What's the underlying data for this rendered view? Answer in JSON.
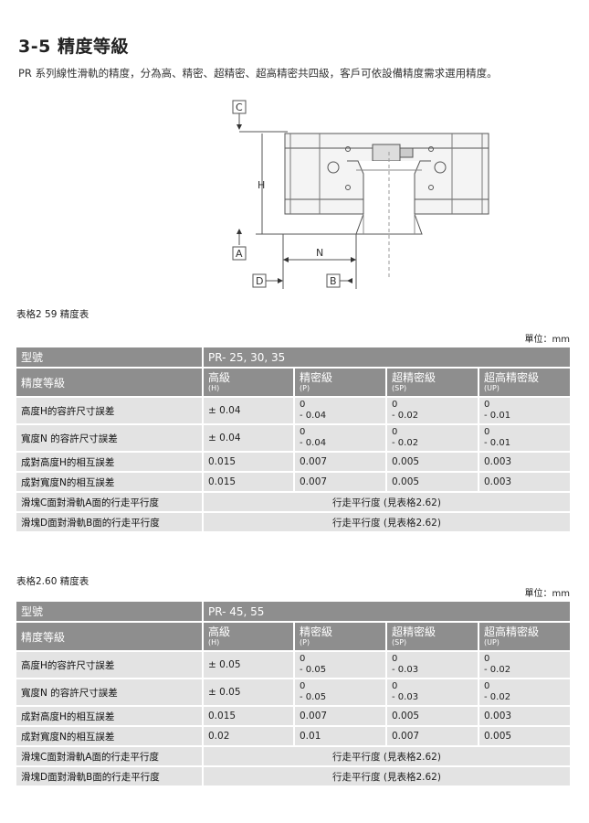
{
  "title": "3-5 精度等級",
  "intro": "PR 系列線性滑軌的精度，分為高、精密、超精密、超高精密共四級，客戶可依設備精度需求選用精度。",
  "diagram": {
    "labels": {
      "c": "C",
      "h": "H",
      "a": "A",
      "n": "N",
      "d": "D",
      "b": "B"
    }
  },
  "tables": [
    {
      "caption": "表格2 59  精度表",
      "unit": "單位：mm",
      "model_label": "型號",
      "model_value": "PR- 25, 30, 35",
      "grade_label": "精度等級",
      "grades": [
        {
          "name": "高級",
          "code": "(H)"
        },
        {
          "name": "精密級",
          "code": "(P)"
        },
        {
          "name": "超精密級",
          "code": "(SP)"
        },
        {
          "name": "超高精密級",
          "code": "(UP)"
        }
      ],
      "rows": [
        {
          "label": "高度H的容許尺寸誤差",
          "values": [
            [
              "± 0.04"
            ],
            [
              "0",
              "- 0.04"
            ],
            [
              "0",
              "- 0.02"
            ],
            [
              "0",
              "- 0.01"
            ]
          ]
        },
        {
          "label": "寬度N 的容許尺寸誤差",
          "values": [
            [
              "± 0.04"
            ],
            [
              "0",
              "- 0.04"
            ],
            [
              "0",
              "- 0.02"
            ],
            [
              "0",
              "- 0.01"
            ]
          ]
        },
        {
          "label": "成對高度H的相互誤差",
          "values": [
            [
              "0.015"
            ],
            [
              "0.007"
            ],
            [
              "0.005"
            ],
            [
              "0.003"
            ]
          ]
        },
        {
          "label": "成對寬度N的相互誤差",
          "values": [
            [
              "0.015"
            ],
            [
              "0.007"
            ],
            [
              "0.005"
            ],
            [
              "0.003"
            ]
          ]
        }
      ],
      "parallel_rows": [
        {
          "label": "滑塊C面對滑軌A面的行走平行度",
          "value": "行走平行度 (見表格2.62)"
        },
        {
          "label": "滑塊D面對滑軌B面的行走平行度",
          "value": "行走平行度 (見表格2.62)"
        }
      ]
    },
    {
      "caption": "表格2.60  精度表",
      "unit": "單位：mm",
      "model_label": "型號",
      "model_value": "PR- 45, 55",
      "grade_label": "精度等級",
      "grades": [
        {
          "name": "高級",
          "code": "(H)"
        },
        {
          "name": "精密級",
          "code": "(P)"
        },
        {
          "name": "超精密級",
          "code": "(SP)"
        },
        {
          "name": "超高精密級",
          "code": "(UP)"
        }
      ],
      "rows": [
        {
          "label": "高度H的容許尺寸誤差",
          "values": [
            [
              "± 0.05"
            ],
            [
              "0",
              "- 0.05"
            ],
            [
              "0",
              "- 0.03"
            ],
            [
              "0",
              "- 0.02"
            ]
          ]
        },
        {
          "label": "寬度N 的容許尺寸誤差",
          "values": [
            [
              "± 0.05"
            ],
            [
              "0",
              "- 0.05"
            ],
            [
              "0",
              "- 0.03"
            ],
            [
              "0",
              "- 0.02"
            ]
          ]
        },
        {
          "label": "成對高度H的相互誤差",
          "values": [
            [
              "0.015"
            ],
            [
              "0.007"
            ],
            [
              "0.005"
            ],
            [
              "0.003"
            ]
          ]
        },
        {
          "label": "成對寬度N的相互誤差",
          "values": [
            [
              "0.02"
            ],
            [
              "0.01"
            ],
            [
              "0.007"
            ],
            [
              "0.005"
            ]
          ]
        }
      ],
      "parallel_rows": [
        {
          "label": "滑塊C面對滑軌A面的行走平行度",
          "value": "行走平行度 (見表格2.62)"
        },
        {
          "label": "滑塊D面對滑軌B面的行走平行度",
          "value": "行走平行度 (見表格2.62)"
        }
      ]
    }
  ]
}
